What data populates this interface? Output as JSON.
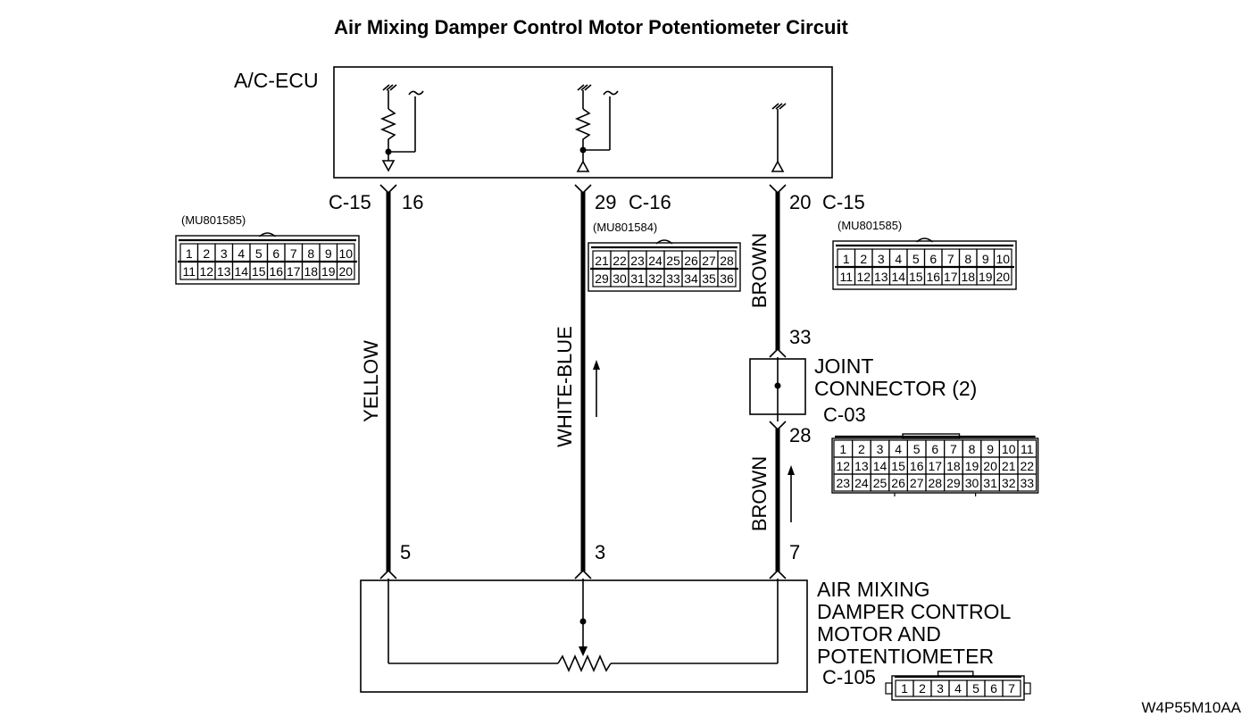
{
  "title": "Air Mixing Damper Control Motor Potentiometer Circuit",
  "ecu": {
    "label": "A/C-ECU"
  },
  "pins_top": {
    "left": {
      "connector": "C-15",
      "pin": "16"
    },
    "middle": {
      "pin": "29",
      "connector": "C-16"
    },
    "right": {
      "pin": "20",
      "connector": "C-15"
    }
  },
  "wires": {
    "left_color": "YELLOW",
    "middle_color": "WHITE-BLUE",
    "right_upper_color": "BROWN",
    "right_lower_color": "BROWN"
  },
  "joint": {
    "label_line1": "JOINT",
    "label_line2": "CONNECTOR (2)",
    "connector": "C-03",
    "pin_in": "33",
    "pin_out": "28"
  },
  "pins_bottom": {
    "left": "5",
    "middle": "3",
    "right": "7"
  },
  "motor": {
    "line1": "AIR MIXING",
    "line2": "DAMPER CONTROL",
    "line3": "MOTOR AND",
    "line4": "POTENTIOMETER",
    "connector": "C-105"
  },
  "connectors": {
    "left": {
      "part": "(MU801585)",
      "rows": [
        [
          "1",
          "2",
          "3",
          "4",
          "5",
          "6",
          "7",
          "8",
          "9",
          "10"
        ],
        [
          "11",
          "12",
          "13",
          "14",
          "15",
          "16",
          "17",
          "18",
          "19",
          "20"
        ]
      ]
    },
    "middle": {
      "part": "(MU801584)",
      "rows": [
        [
          "21",
          "22",
          "23",
          "24",
          "25",
          "26",
          "27",
          "28"
        ],
        [
          "29",
          "30",
          "31",
          "32",
          "33",
          "34",
          "35",
          "36"
        ]
      ]
    },
    "right": {
      "part": "(MU801585)",
      "rows": [
        [
          "1",
          "2",
          "3",
          "4",
          "5",
          "6",
          "7",
          "8",
          "9",
          "10"
        ],
        [
          "11",
          "12",
          "13",
          "14",
          "15",
          "16",
          "17",
          "18",
          "19",
          "20"
        ]
      ]
    },
    "joint": {
      "rows": [
        [
          "1",
          "2",
          "3",
          "4",
          "5",
          "6",
          "7",
          "8",
          "9",
          "10",
          "11"
        ],
        [
          "12",
          "13",
          "14",
          "15",
          "16",
          "17",
          "18",
          "19",
          "20",
          "21",
          "22"
        ],
        [
          "23",
          "24",
          "25",
          "26",
          "27",
          "28",
          "29",
          "30",
          "31",
          "32",
          "33"
        ]
      ]
    },
    "motor": {
      "rows": [
        [
          "1",
          "2",
          "3",
          "4",
          "5",
          "6",
          "7"
        ]
      ]
    }
  },
  "figure_code": "W4P55M10AA"
}
